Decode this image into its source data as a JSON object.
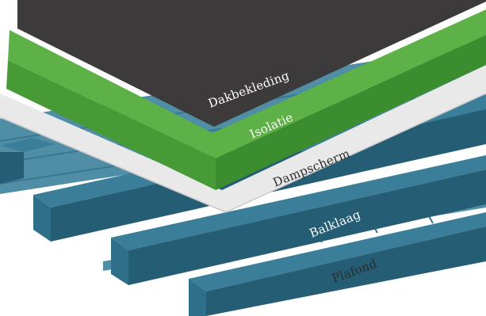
{
  "diagram": {
    "layers": [
      {
        "key": "dakbekleding",
        "label": "Dakbekleding",
        "color": "#3d3a3c",
        "text_color": "#ffffff"
      },
      {
        "key": "isolatie",
        "label": "Isolatie",
        "color": "#5eb147",
        "text_color": "#ffffff"
      },
      {
        "key": "dampscherm",
        "label": "Dampscherm",
        "color": "#e9e9ea",
        "text_color": "#2c2c2c"
      },
      {
        "key": "balklaag",
        "label": "Balklaag",
        "color": "#2d6c86",
        "text_color": "#ffffff"
      },
      {
        "key": "plafond",
        "label": "Plafond",
        "color": "#4f8ea5",
        "text_color": "#2c2c2c"
      }
    ]
  }
}
